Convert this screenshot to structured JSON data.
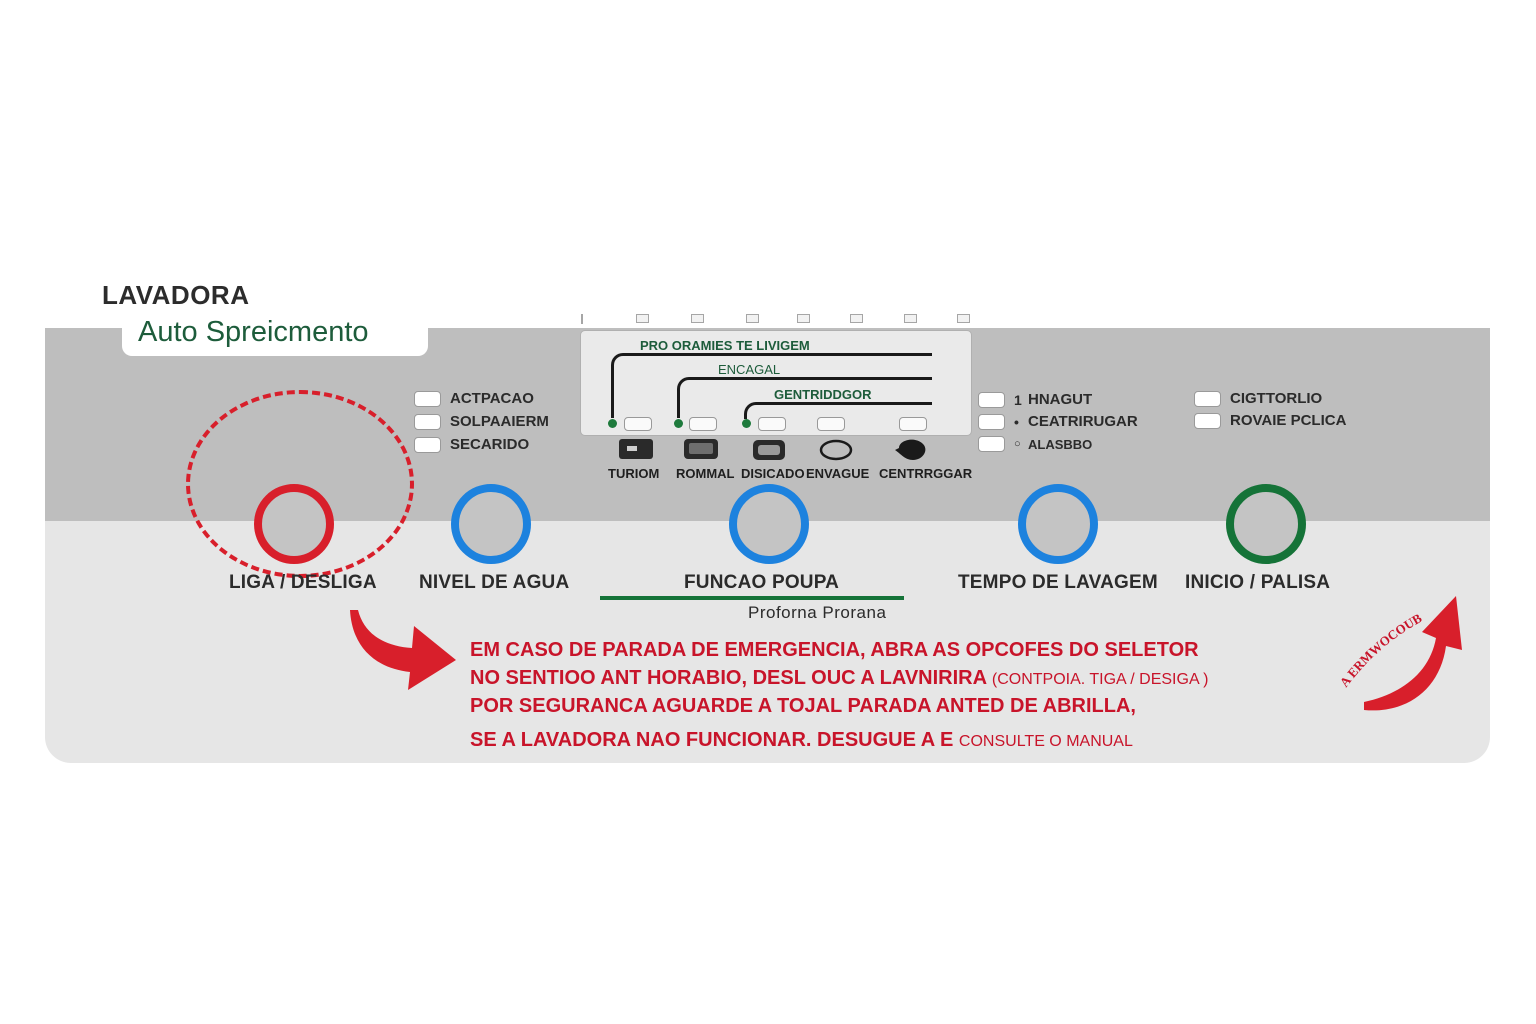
{
  "brand": "LAVADORA",
  "model": "Auto Spreicmento",
  "left_options": [
    "ACTPACAO",
    "SOLPAAIERM",
    "SECARIDO"
  ],
  "program": {
    "labels": [
      "PRO ORAMIES TE LIVIGEM",
      "ENCAGAL",
      "GENTRIDDGOR"
    ],
    "icons": [
      "TURIOM",
      "ROMMAL",
      "DISICADO",
      "ENVAGUE",
      "CENTRRGGAR"
    ]
  },
  "right_options": [
    {
      "marker": "1",
      "label": "HNAGUT"
    },
    {
      "marker": "•",
      "label": "CEATRIRUGAR"
    },
    {
      "marker": "○",
      "label": "ALASBBO"
    }
  ],
  "far_right_options": [
    "CIGTTORLIO",
    "ROVAIE PCLICA"
  ],
  "buttons": {
    "power": "LIGA / DESLIGA",
    "water": "NIVEL DE AGUA",
    "eco": "FUNCAO POUPA",
    "eco_sub": "Proforna Prorana",
    "time": "TEMPO DE LAVAGEM",
    "start": "INICIO / PALISA"
  },
  "warning": {
    "line1": "EM CASO DE PARADA DE EMERGENCIA, ABRA AS OPCOFES DO SELETOR",
    "line2": "NO SENTIOO ANT HORABIO, DESL OUC A LAVNIRIRA",
    "line2_small": "(CONTPOIA. TIGA / DESIGA )",
    "line3": "POR SEGURANCA AGUARDE A TOJAL PARADA ANTED DE ABRILLA,",
    "line4": "SE A LAVADORA NAO FUNCIONAR. DESUGUE A E",
    "line4_small": "CONSULTE O MANUAL"
  },
  "curved_label": "A ERMWOCOUB",
  "colors": {
    "red": "#d81f2b",
    "blue": "#1d82de",
    "green": "#157338",
    "text_red": "#c8142a"
  }
}
